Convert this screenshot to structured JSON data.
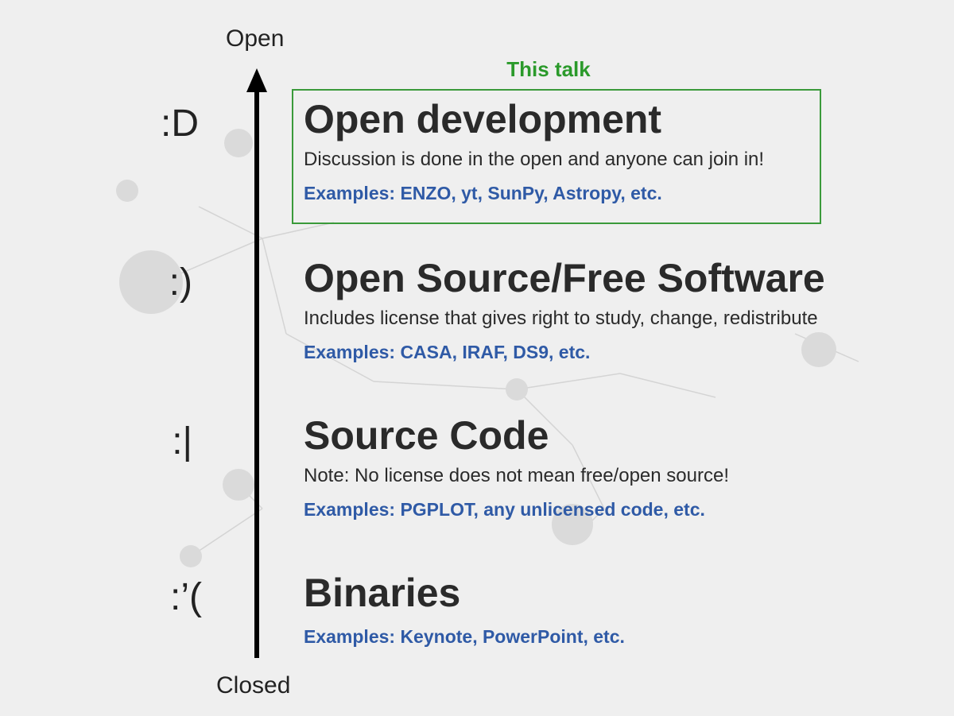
{
  "axis": {
    "top_label": "Open",
    "bottom_label": "Closed"
  },
  "highlight": {
    "label": "This talk",
    "color": "#2b9a2b"
  },
  "levels": [
    {
      "face": ":D",
      "title": "Open development",
      "description": "Discussion is done in the open and anyone can join in!",
      "examples": "Examples: ENZO, yt, SunPy, Astropy, etc."
    },
    {
      "face": ":)",
      "title": "Open Source/Free Software",
      "description": "Includes license that gives right to study, change, redistribute",
      "examples": "Examples: CASA, IRAF, DS9, etc."
    },
    {
      "face": ":|",
      "title": "Source Code",
      "description": "Note: No license does not mean free/open source!",
      "examples": "Examples: PGPLOT, any unlicensed code, etc."
    },
    {
      "face": ":’(",
      "title": "Binaries",
      "examples": "Examples: Keynote, PowerPoint, etc."
    }
  ],
  "colors": {
    "examples": "#2f5aa6",
    "arrow": "#000000",
    "background": "#efefef"
  }
}
